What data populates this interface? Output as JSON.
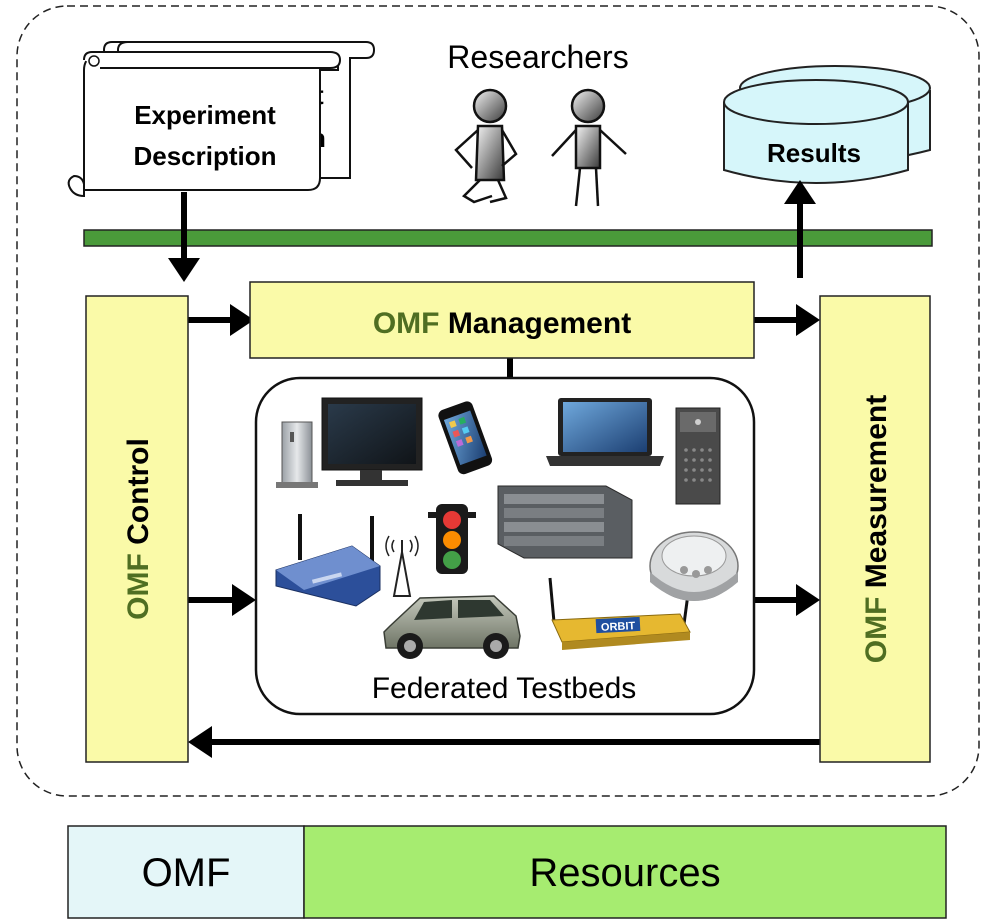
{
  "experiment_doc": {
    "front_line1": "Experiment",
    "front_line2": "Description",
    "back_partial_1": "t",
    "back_partial_2": "n"
  },
  "researchers_label": "Researchers",
  "results_label": "Results",
  "management": {
    "prefix": "OMF",
    "label": "Management"
  },
  "control": {
    "prefix": "OMF",
    "label": "Control"
  },
  "measurement": {
    "prefix": "OMF",
    "label": "Measurement"
  },
  "testbeds_label": "Federated Testbeds",
  "orbit_label": "ORBIT",
  "legend": {
    "omf": "OMF",
    "resources": "Resources"
  },
  "colors": {
    "panel_fill": "#fafaa8",
    "omf_green": "#4f6e22",
    "bus_green": "#4a9a3a",
    "results_fill": "#d6f6fa",
    "legend_omf": "#e4f6f8",
    "legend_resources": "#a6ec70"
  }
}
